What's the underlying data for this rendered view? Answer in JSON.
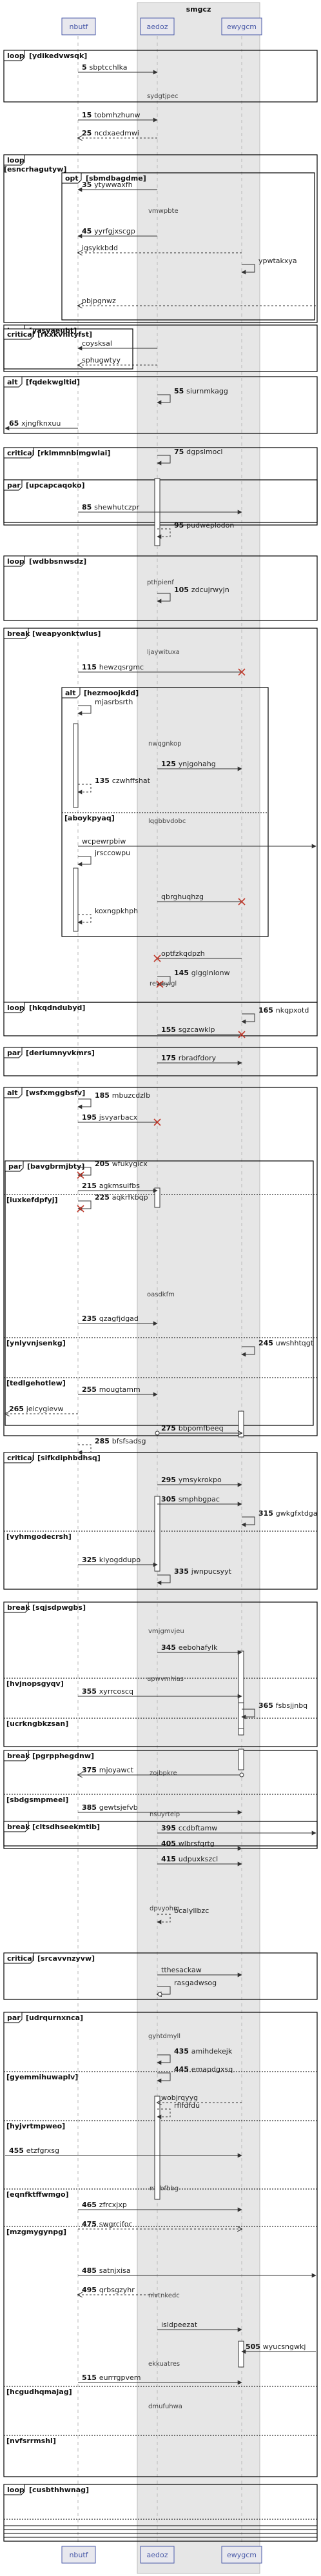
{
  "box": {
    "title": "smgcz"
  },
  "participants": [
    {
      "id": "p1",
      "name": "nbutf"
    },
    {
      "id": "p2",
      "name": "aedoz"
    },
    {
      "id": "p3",
      "name": "ewygcm"
    }
  ],
  "fragments": [
    {
      "kind": "loop",
      "guard": "[ydikedvwsqk]"
    },
    {
      "kind": "loop",
      "guard": "[esncrhagutyw]"
    },
    {
      "kind": "opt",
      "guard": "[sbmdbagdme]"
    },
    {
      "kind": "loop",
      "guard": "[yasvaeubt]"
    },
    {
      "kind": "critical",
      "guard": "[rkxkvnltyfst]"
    },
    {
      "kind": "alt",
      "guard": "[fqdekwgltid]"
    },
    {
      "kind": "critical",
      "guard": "[rklmmnbimgwlai]"
    },
    {
      "kind": "par",
      "guard": "[upcapcaqoko]"
    },
    {
      "kind": "loop",
      "guard": "[wdbbsnwsdz]"
    },
    {
      "kind": "break",
      "guard": "[weapyonktwlus]"
    },
    {
      "kind": "alt",
      "guard": "[hezmoojkdd]"
    },
    {
      "kind": "loop",
      "guard": "[hkqdndubyd]"
    },
    {
      "kind": "par",
      "guard": "[deriumnyvkmrs]"
    },
    {
      "kind": "alt",
      "guard": "[wsfxmggbsfv]"
    },
    {
      "kind": "par",
      "guard": "[bavgbrmjbty]"
    },
    {
      "kind": "critical",
      "guard": "[sifkdiphbdhsq]"
    },
    {
      "kind": "break",
      "guard": "[sqjsdpwgbs]"
    },
    {
      "kind": "break",
      "guard": "[pgrpphegdnw]"
    },
    {
      "kind": "break",
      "guard": "[cltsdhseekmtib]"
    },
    {
      "kind": "critical",
      "guard": "[srcavvnzyvw]"
    },
    {
      "kind": "par",
      "guard": "[udrqurnxnca]"
    },
    {
      "kind": "loop",
      "guard": "[cusbthhwnag]"
    }
  ],
  "separators": [
    "[aboykpyaq]",
    "[iuxkefdpfyj]",
    "[ynlyvnjsenkg]",
    "[tedlgehotlew]",
    "[vyhmgodecrsh]",
    "[hvjnopsgyqv]",
    "[ucrkngbkzsan]",
    "[sbdgsmpmeel]",
    "[gyemmihuwaplv]",
    "[hyjvrtmpweo]",
    "[eqnfktffwmgo]",
    "[mzgmygynpg]",
    "[hcgudhqmajag]",
    "[nvfsrrmshl]"
  ],
  "notes": [
    "sydgtjpec",
    "vmwpbte",
    "pthpienf",
    "ljaywituxa",
    "nwqgnkop",
    "lqgbbvdobc",
    "reweyigl",
    "oasdkfm",
    "vmjgmvjeu",
    "upwvmhias",
    "zojbpkre",
    "nsuyrteip",
    "dpvyohm",
    "gyhtdmyll",
    "nfnbfbbg",
    "nlvtnkedc",
    "ekkuatres",
    "dmufuhwa"
  ],
  "messages": [
    {
      "n": "5",
      "label": "sbptcchlka"
    },
    {
      "n": "15",
      "label": "tobmhzhunw"
    },
    {
      "n": "25",
      "label": "ncdxaedmwi"
    },
    {
      "n": "35",
      "label": "ytywwaxfh"
    },
    {
      "n": "45",
      "label": "yyrfgjxscgp"
    },
    {
      "n": "",
      "label": "igsykkbdd"
    },
    {
      "n": "",
      "label": "ypwtakxya"
    },
    {
      "n": "",
      "label": "pbjpgnwz"
    },
    {
      "n": "",
      "label": "coysksal"
    },
    {
      "n": "",
      "label": "sphugwtyy"
    },
    {
      "n": "55",
      "label": "siurnmkagg"
    },
    {
      "n": "65",
      "label": "xjngfknxuu"
    },
    {
      "n": "75",
      "label": "dgpslmocl"
    },
    {
      "n": "85",
      "label": "shewhutczpr"
    },
    {
      "n": "95",
      "label": "pudweplodon"
    },
    {
      "n": "105",
      "label": "zdcujrwyjn"
    },
    {
      "n": "115",
      "label": "hewzqsrgmc"
    },
    {
      "n": "",
      "label": "mjasrbsrth"
    },
    {
      "n": "125",
      "label": "ynjgohahg"
    },
    {
      "n": "135",
      "label": "czwhffshat"
    },
    {
      "n": "",
      "label": "wcpewrpbiw"
    },
    {
      "n": "",
      "label": "jrsccowpu"
    },
    {
      "n": "",
      "label": "qbrghuqhzg"
    },
    {
      "n": "",
      "label": "koxngpkhph"
    },
    {
      "n": "",
      "label": "optfzkqdpzh"
    },
    {
      "n": "145",
      "label": "glgglnlonw"
    },
    {
      "n": "155",
      "label": "sgzcawklp"
    },
    {
      "n": "165",
      "label": "nkqpxotd"
    },
    {
      "n": "175",
      "label": "rbradfdory"
    },
    {
      "n": "185",
      "label": "mbuzcdzlb"
    },
    {
      "n": "195",
      "label": "jsvyarbacx"
    },
    {
      "n": "205",
      "label": "wfukygicx"
    },
    {
      "n": "215",
      "label": "agkmsuifbs"
    },
    {
      "n": "225",
      "label": "aqkrfkbqp"
    },
    {
      "n": "235",
      "label": "qzagfjdgad"
    },
    {
      "n": "245",
      "label": "uwshhtqgt"
    },
    {
      "n": "255",
      "label": "mougtamm"
    },
    {
      "n": "265",
      "label": "jeicygievw"
    },
    {
      "n": "275",
      "label": "bbpomfbeeq"
    },
    {
      "n": "285",
      "label": "bfsfsadsg"
    },
    {
      "n": "295",
      "label": "ymsykrokpo"
    },
    {
      "n": "305",
      "label": "smphbgpac"
    },
    {
      "n": "315",
      "label": "gwkgfxtdga"
    },
    {
      "n": "325",
      "label": "kiyogddupo"
    },
    {
      "n": "335",
      "label": "jwnpucsyyt"
    },
    {
      "n": "345",
      "label": "eebohafylk"
    },
    {
      "n": "355",
      "label": "xyrrcoscq"
    },
    {
      "n": "365",
      "label": "fsbsjjnbq"
    },
    {
      "n": "375",
      "label": "mjoyawct"
    },
    {
      "n": "385",
      "label": "gewtsjefvb"
    },
    {
      "n": "395",
      "label": "ccdbftamw"
    },
    {
      "n": "405",
      "label": "wlbrsfqrtg"
    },
    {
      "n": "415",
      "label": "udpuxkszcl"
    },
    {
      "n": "",
      "label": "bcalyllbzc"
    },
    {
      "n": "",
      "label": "tthesackaw"
    },
    {
      "n": "",
      "label": "rasgadwsog"
    },
    {
      "n": "435",
      "label": "amihdekejk"
    },
    {
      "n": "445",
      "label": "emapdgxsq"
    },
    {
      "n": "",
      "label": "wobjrqyyg"
    },
    {
      "n": "",
      "label": "rflfdfdu"
    },
    {
      "n": "455",
      "label": "etzfgrxsg"
    },
    {
      "n": "465",
      "label": "zfrcxjxp"
    },
    {
      "n": "475",
      "label": "swgrcifoc"
    },
    {
      "n": "485",
      "label": "satnjxisa"
    },
    {
      "n": "495",
      "label": "qrbsgzyhr"
    },
    {
      "n": "",
      "label": "isldpeezat"
    },
    {
      "n": "505",
      "label": "wyucsngwkj"
    },
    {
      "n": "515",
      "label": "eurrrgpvem"
    }
  ]
}
